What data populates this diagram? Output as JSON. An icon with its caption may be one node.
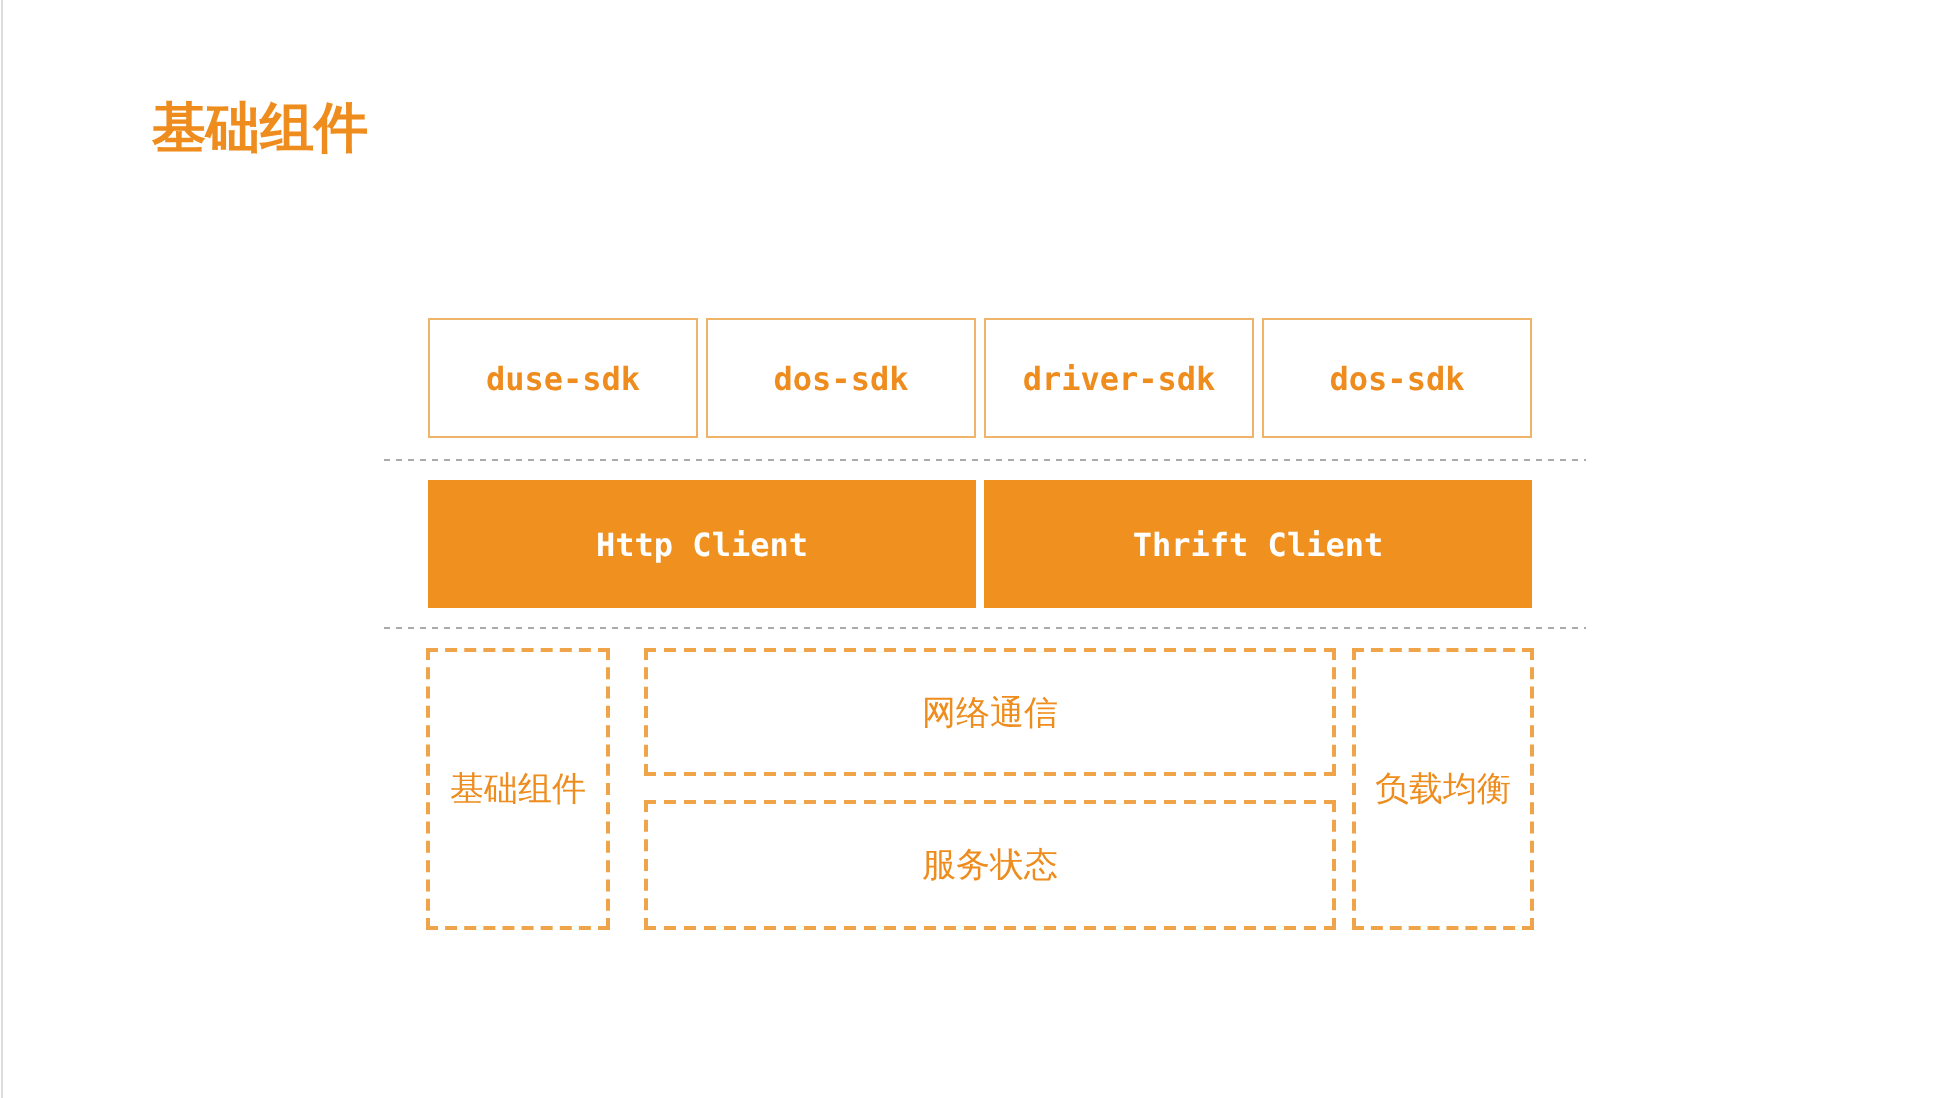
{
  "diagram": {
    "title": "基础组件",
    "nodes": [
      {
        "text": [
          "duse-sdk"
        ]
      },
      {
        "text": [
          "dos-sdk"
        ]
      },
      {
        "text": [
          "driver-sdk"
        ]
      },
      {
        "text": [
          "dos-sdk"
        ]
      },
      {
        "text": [
          "Http Client"
        ]
      },
      {
        "text": [
          "Thrift Client"
        ]
      },
      {
        "text": [
          "基础组件"
        ]
      },
      {
        "text": [
          "网络通信"
        ]
      },
      {
        "text": [
          "服务状态"
        ]
      },
      {
        "text": [
          "负载均衡"
        ]
      }
    ]
  }
}
